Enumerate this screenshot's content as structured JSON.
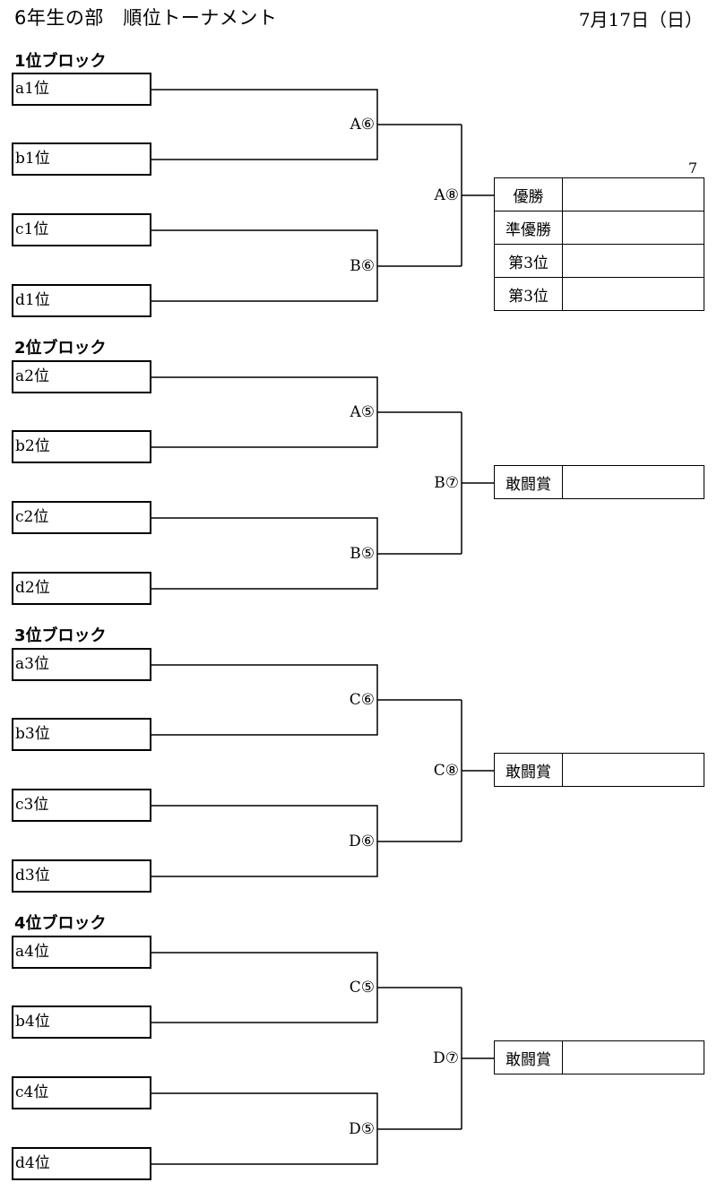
{
  "header": {
    "title": "6年生の部　順位トーナメント",
    "date": "7月17日（日）"
  },
  "corner_number": "7",
  "blocks": [
    {
      "label": "1位ブロック",
      "teams": [
        "a1位",
        "b1位",
        "c1位",
        "d1位"
      ],
      "semis": [
        "A⑥",
        "B⑥"
      ],
      "final": "A⑧"
    },
    {
      "label": "2位ブロック",
      "teams": [
        "a2位",
        "b2位",
        "c2位",
        "d2位"
      ],
      "semis": [
        "A⑤",
        "B⑤"
      ],
      "final": "B⑦"
    },
    {
      "label": "3位ブロック",
      "teams": [
        "a3位",
        "b3位",
        "c3位",
        "d3位"
      ],
      "semis": [
        "C⑥",
        "D⑥"
      ],
      "final": "C⑧"
    },
    {
      "label": "4位ブロック",
      "teams": [
        "a4位",
        "b4位",
        "c4位",
        "d4位"
      ],
      "semis": [
        "C⑤",
        "D⑤"
      ],
      "final": "D⑦"
    }
  ],
  "results": {
    "block1": [
      "優勝",
      "準優勝",
      "第3位",
      "第3位"
    ],
    "block2": [
      "敢闘賞"
    ],
    "block3": [
      "敢闘賞"
    ],
    "block4": [
      "敢闘賞"
    ]
  }
}
